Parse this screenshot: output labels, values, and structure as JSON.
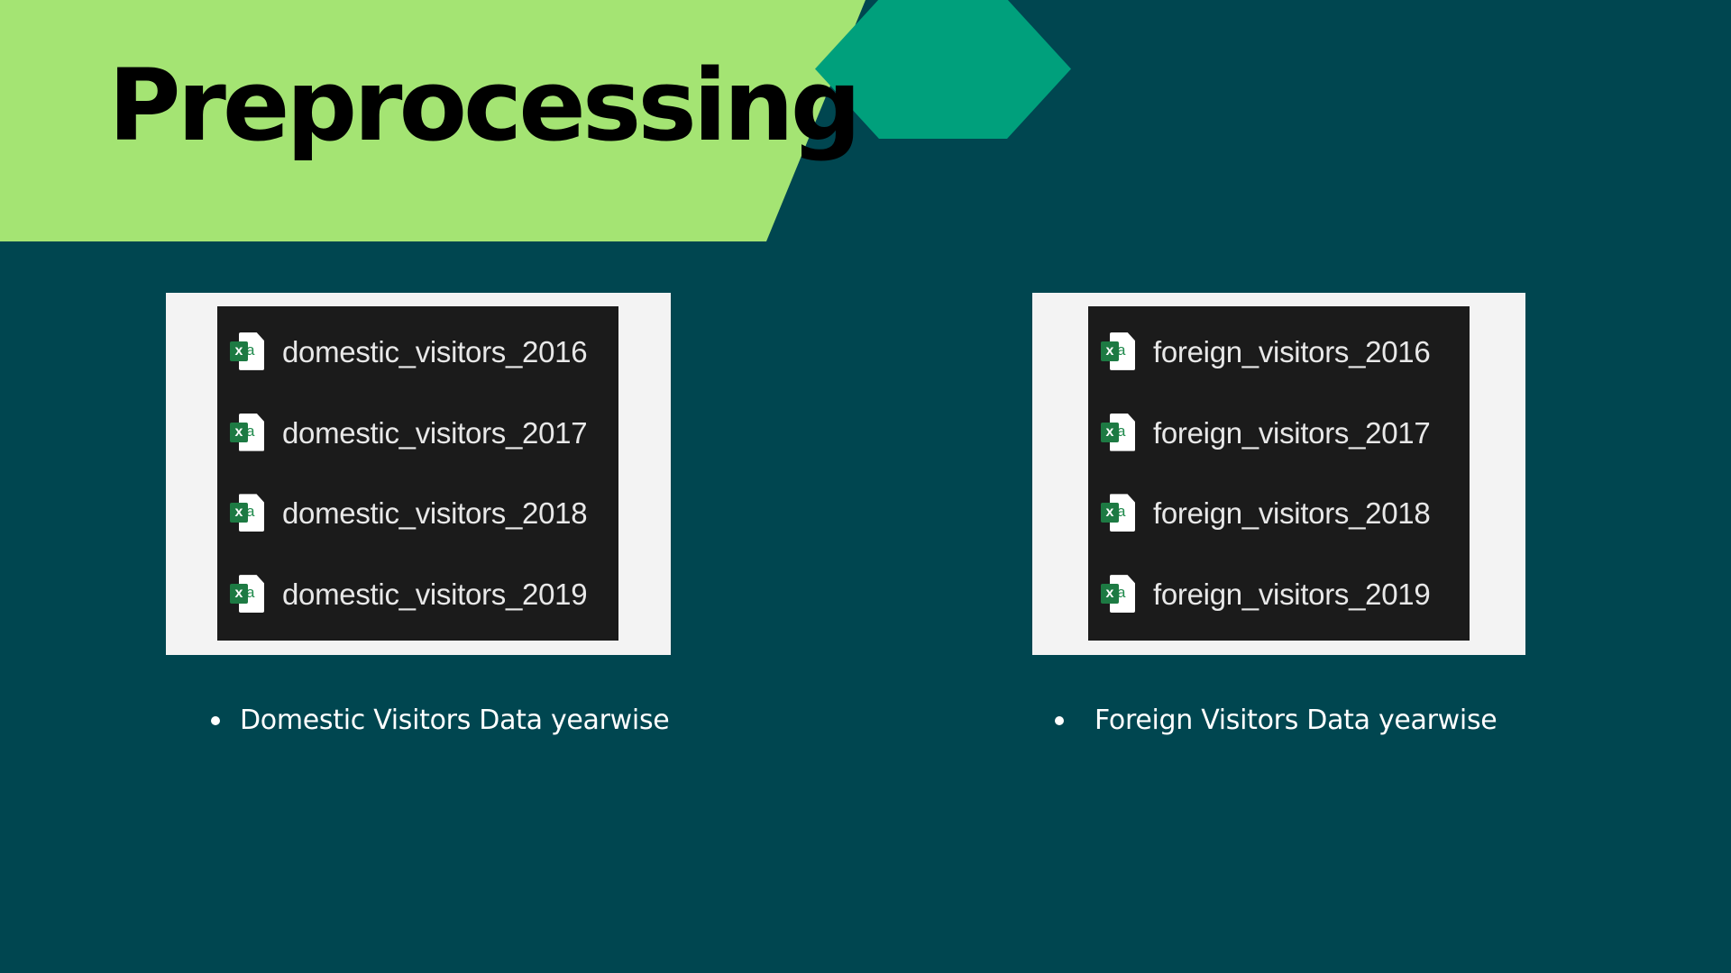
{
  "slide": {
    "title": "Preprocessing",
    "colors": {
      "background": "#004650",
      "banner": "#a4e473",
      "hexagon": "#00a07c",
      "title_text": "#000000",
      "panel": "#f3f3f3",
      "file_list": "#1b1b1b",
      "file_text": "#e8e8e8",
      "caption_text": "#ffffff",
      "excel_green": "#1d7a43"
    }
  },
  "domestic": {
    "files": [
      {
        "icon": "excel-file-icon",
        "badge": "x",
        "sheet": "a",
        "name": "domestic_visitors_2016"
      },
      {
        "icon": "excel-file-icon",
        "badge": "x",
        "sheet": "a",
        "name": "domestic_visitors_2017"
      },
      {
        "icon": "excel-file-icon",
        "badge": "x",
        "sheet": "a",
        "name": "domestic_visitors_2018"
      },
      {
        "icon": "excel-file-icon",
        "badge": "x",
        "sheet": "a",
        "name": "domestic_visitors_2019"
      }
    ],
    "caption": "Domestic Visitors Data yearwise"
  },
  "foreign": {
    "files": [
      {
        "icon": "excel-file-icon",
        "badge": "x",
        "sheet": "a",
        "name": "foreign_visitors_2016"
      },
      {
        "icon": "excel-file-icon",
        "badge": "x",
        "sheet": "a",
        "name": "foreign_visitors_2017"
      },
      {
        "icon": "excel-file-icon",
        "badge": "x",
        "sheet": "a",
        "name": "foreign_visitors_2018"
      },
      {
        "icon": "excel-file-icon",
        "badge": "x",
        "sheet": "a",
        "name": "foreign_visitors_2019"
      }
    ],
    "caption": "Foreign Visitors Data yearwise"
  }
}
